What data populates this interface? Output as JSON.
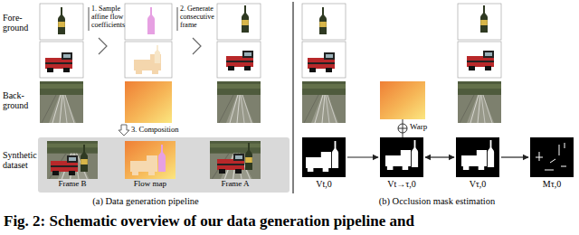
{
  "diagram": {
    "caption": "Fig. 2: Schematic overview of our data generation pipeline and",
    "nodes": [
      {
        "text": [
          "Vt,0"
        ]
      },
      {
        "text": [
          "Vt→τ,0"
        ]
      },
      {
        "text": [
          "Vτ,0"
        ]
      },
      {
        "text": [
          "Mτ,0"
        ]
      }
    ],
    "edges": [
      {
        "from": 0,
        "to": 1,
        "arrow": "to"
      },
      {
        "from": 1,
        "to": 2,
        "arrow": "both"
      },
      {
        "from": 2,
        "to": 3,
        "arrow": "to"
      }
    ],
    "labels": [
      "Fore- ground",
      "Back- ground",
      "1. Sample affine flow coefficients",
      "2. Generate consecutive frame",
      "3. Composition",
      "Synthetic dataset",
      "Frame B",
      "Flow map",
      "Frame A",
      "(a) Data generation pipeline",
      "Warp",
      "(b) Occlusion mask estimation"
    ]
  }
}
